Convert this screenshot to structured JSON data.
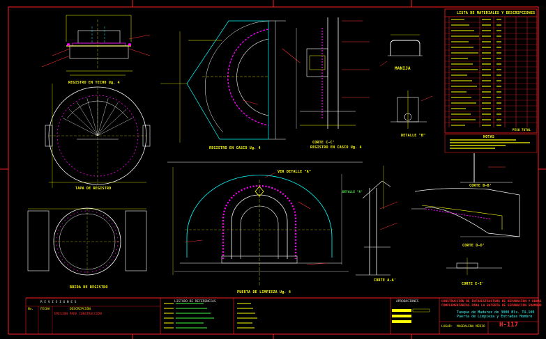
{
  "title_block": {
    "company_line1": "CONSTRUCCIÓN DE INFRAESTRUCTURA DE REPARACIÓN Y OBRAS",
    "company_line2": "COMPLEMENTARIAS PARA LA BATERÍA DE SEPARACIÓN SUAMONO",
    "drawing_title1": "Tanque de Madurez de 3000 Bls. TU-100",
    "drawing_title2": "Puerta de Limpieza y Entradas Hombre",
    "location": "LUGAR:",
    "location_value": "MAGDALENA MEDIO",
    "sheet_no": "H-117",
    "revisions_header": "R E V I S I O N E S",
    "col_no": "No.",
    "col_date": "FECHA",
    "col_desc": "DESCRIPCIÓN",
    "rev0": "EMISIÓN PARA CONSTRUCCIÓN",
    "notes_header": "LISTADO DE REFERENCIAS",
    "approvals_header": "APROBACIONES"
  },
  "materials_table": {
    "title": "LISTA DE MATERIALES Y DESCRIPCIONES",
    "notes_title": "NOTAS",
    "total_label": "PESO TOTAL"
  },
  "views": {
    "v1": "REGISTRO EN TECHO Ug. 4",
    "v2": "REGISTRO EN CASCO Ug. 4",
    "v3": "CORTE C-C'",
    "v3b": "REGISTRO EN CASCO Ug. 4",
    "v4": "MANIJA",
    "v5": "DETALLE \"B\"",
    "v6": "TAPA DE REGISTRO",
    "v7": "BRIDA DE REGISTRO",
    "v8": "PUERTA DE LIMPIEZA Ug. 4",
    "v9": "VER DETALLE \"A\"",
    "v10": "CORTE A-A'",
    "v11": "CORTE B-B'",
    "v12": "CORTE D-D'",
    "v13": "CORTE E-E'",
    "v14": "DETALLE \"A\""
  },
  "colors": {
    "frame": "#ff2020",
    "yellow": "#ffff00",
    "cyan": "#00ffff",
    "magenta": "#ff00ff",
    "white": "#ffffff",
    "green": "#00ff00"
  }
}
